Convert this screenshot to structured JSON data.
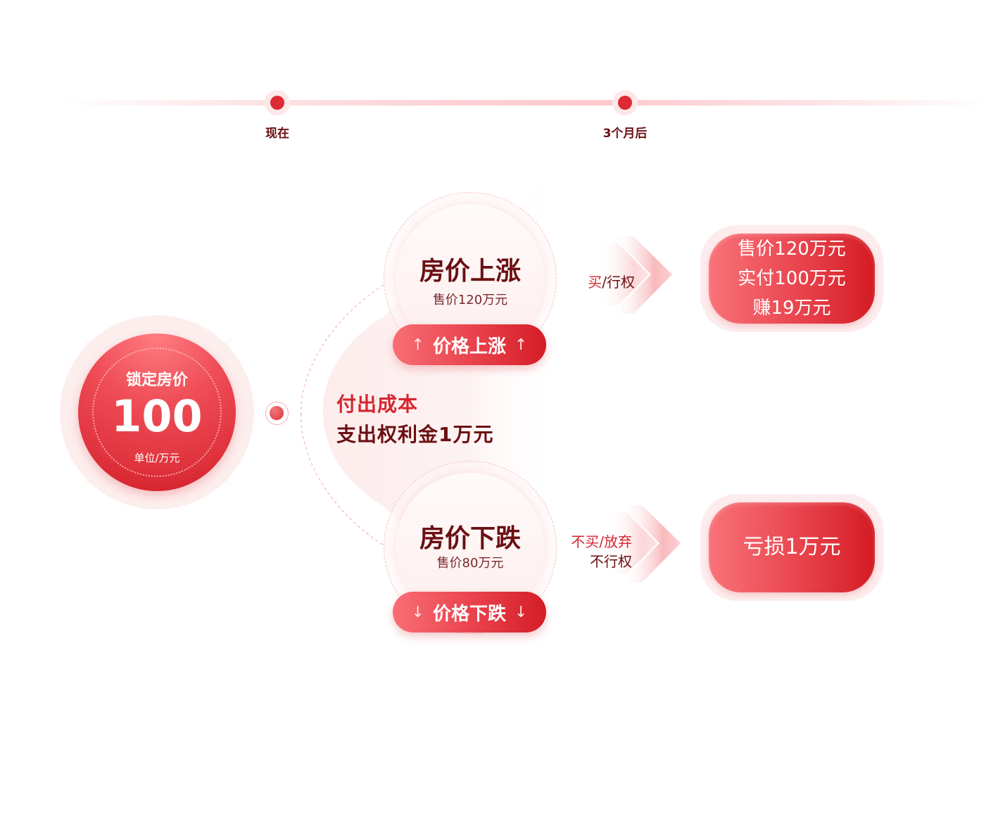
{
  "timeline": {
    "points": [
      {
        "label": "现在"
      },
      {
        "label": "3个月后"
      }
    ]
  },
  "locked_price": {
    "title": "锁定房价",
    "value": "100",
    "unit": "单位/万元"
  },
  "cost": {
    "title": "付出成本",
    "description": "支出权利金1万元"
  },
  "scenarios": [
    {
      "title": "房价上涨",
      "sale_price": "售价120万元",
      "tag_label": "价格上涨",
      "tag_icon": "arrow-up-icon",
      "arrow_glyph": "↑",
      "action_primary": "买",
      "action_secondary": "/行权",
      "result_lines": [
        "售价120万元",
        "实付100万元",
        "赚19万元"
      ]
    },
    {
      "title": "房价下跌",
      "sale_price": "售价80万元",
      "tag_label": "价格下跌",
      "tag_icon": "arrow-down-icon",
      "arrow_glyph": "↓",
      "action_primary": "不买/放弃",
      "action_secondary": "不行权",
      "result_lines": [
        "亏损1万元"
      ]
    }
  ],
  "colors": {
    "primary_red": "#de2a35",
    "dark_red_text": "#6b0f12",
    "accent_red_text": "#d42731",
    "light_pink": "#fdeeee"
  }
}
